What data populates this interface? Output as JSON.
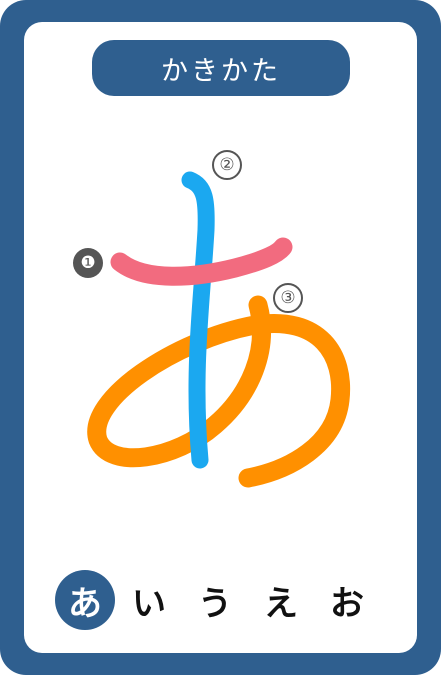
{
  "card": {
    "title": "かきかた",
    "frame_color": "#2f5f8f"
  },
  "strokes": [
    {
      "order": "❶",
      "color": "#f26b7f"
    },
    {
      "order": "②",
      "color": "#1ba8f0"
    },
    {
      "order": "③",
      "color": "#ff9000"
    }
  ],
  "kana_row": [
    "あ",
    "い",
    "う",
    "え",
    "お"
  ],
  "selected_kana": "あ"
}
